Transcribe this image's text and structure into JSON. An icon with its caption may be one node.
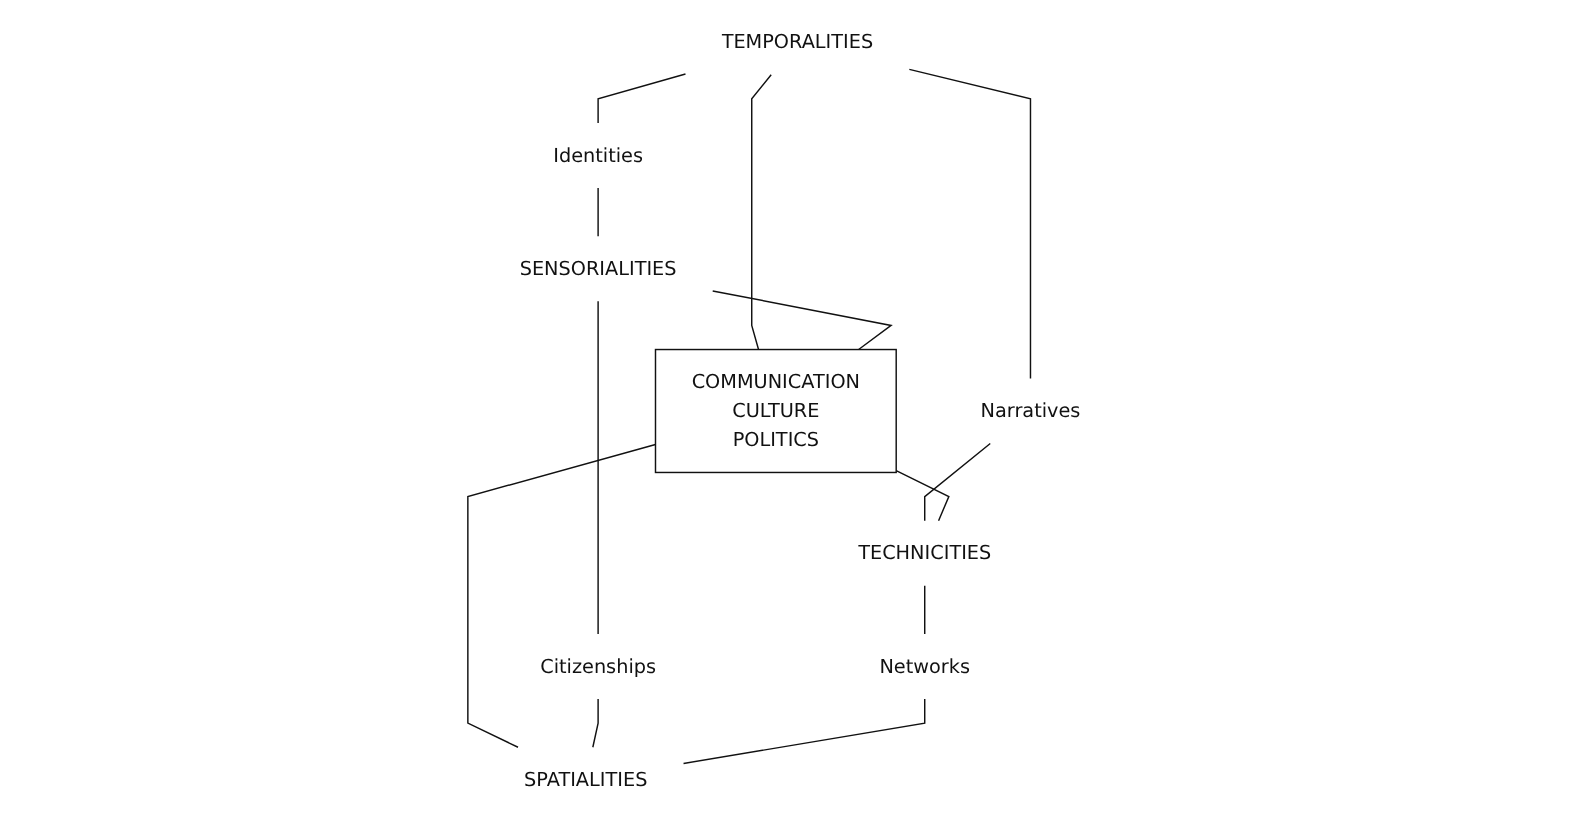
{
  "diagram": {
    "nodes": [
      {
        "text": [
          "TEMPORALITIES"
        ]
      },
      {
        "text": [
          "Identities"
        ]
      },
      {
        "text": [
          "Narratives"
        ]
      },
      {
        "text": [
          "SENSORIALITIES"
        ]
      },
      {
        "text": [
          "COMMUNICATION CULTURE POLITICS"
        ]
      },
      {
        "text": [
          "TECHNICITIES"
        ]
      },
      {
        "text": [
          "Citizenships"
        ]
      },
      {
        "text": [
          "Networks"
        ]
      },
      {
        "text": [
          "SPATIALITIES"
        ]
      }
    ],
    "edges": [
      {
        "from": 0,
        "to": 1,
        "arrow": "none"
      },
      {
        "from": 0,
        "to": 2,
        "arrow": "none"
      },
      {
        "from": 0,
        "to": 4,
        "arrow": "none"
      },
      {
        "from": 1,
        "to": 3,
        "arrow": "none"
      },
      {
        "from": 2,
        "to": 5,
        "arrow": "none"
      },
      {
        "from": 3,
        "to": 4,
        "arrow": "none"
      },
      {
        "from": 4,
        "to": 5,
        "arrow": "none"
      },
      {
        "from": 3,
        "to": 6,
        "arrow": "none"
      },
      {
        "from": 5,
        "to": 7,
        "arrow": "none"
      },
      {
        "from": 4,
        "to": 8,
        "arrow": "none"
      },
      {
        "from": 6,
        "to": 8,
        "arrow": "none"
      },
      {
        "from": 7,
        "to": 8,
        "arrow": "none"
      }
    ]
  }
}
